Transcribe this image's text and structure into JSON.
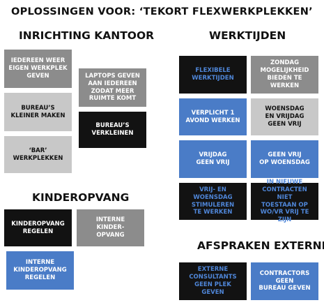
{
  "title": "OPLOSSINGEN VOOR: ‘TEKORT FLEXWERKPLEKKEN’",
  "sections": {
    "inrichting": {
      "heading": "INRICHTING KANTOOR",
      "cards": {
        "iedereen": "IEDEREEN WEER\nEIGEN WERKPLEK\nGEVEN",
        "laptops": "LAPTOPS GEVEN\nAAN IEDEREEN\nZODAT MEER\nRUIMTE KOMT",
        "kleiner": "BUREAU’S\nKLEINER MAKEN",
        "verkleinen": "BUREAU’S\nVERKLEINEN",
        "bar": "‘BAR’\nWERKPLEKKEN"
      }
    },
    "kinderopvang": {
      "heading": "KINDEROPVANG",
      "cards": {
        "regelen": "KINDEROPVANG\nREGELEN",
        "intern": "INTERNE\nKINDER-\nOPVANG",
        "intern_regelen": "INTERNE\nKINDEROPVANG\nREGELEN"
      }
    },
    "werktijden": {
      "heading": "WERKTIJDEN",
      "cards": {
        "flexibele": "FLEXIBELE\nWERKTIJDEN",
        "zondag": "ZONDAG\nMOGELIJKHEID\nBIEDEN TE\nWERKEN",
        "verplicht": "VERPLICHT 1\nAVOND WERKEN",
        "woensdag_vrijdag": "WOENSDAG\nEN VRIJDAG\nGEEN VRIJ",
        "vrijdag": "VRIJDAG\nGEEN VRIJ",
        "geen_vrij_woensdag": "GEEN VRIJ\nOP WOENSDAG",
        "stimuleren": "VRIJ- EN\nWOENSDAG\nSTIMULEREN\nTE WERKEN",
        "contracten": "IN NIEUWE\nCONTRACTEN NIET\nTOESTAAN OP\nWO/VR VRIJ TE ZIJN"
      }
    },
    "afspraken": {
      "heading": "AFSPRAKEN EXTERNE",
      "cards": {
        "consultants": "EXTERNE\nCONSULTANTS\nGEEN PLEK\nGEVEN",
        "contractors": "CONTRACTORS\nGEEN\nBUREAU GEVEN"
      }
    }
  },
  "colors": {
    "dark": "#121212",
    "gray": "#8c8c8c",
    "light_gray": "#c8c8c8",
    "blue": "#4a7cc7",
    "blue_text": "#4f86d8"
  }
}
